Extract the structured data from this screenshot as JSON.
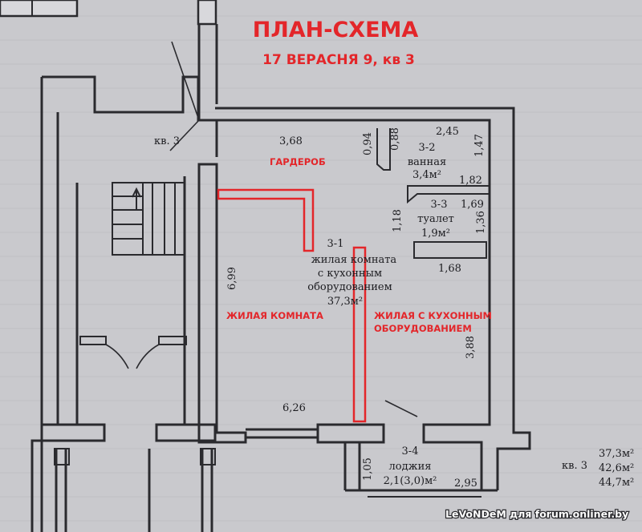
{
  "title": "ПЛАН-СХЕМА",
  "subtitle": "17 ВЕРАСНЯ 9, кв 3",
  "red_labels": {
    "wardrobe": "ГАРДЕРОБ",
    "living_room": "ЖИЛАЯ КОМНАТА",
    "kitchen_line1": "ЖИЛАЯ С КУХОННЫМ",
    "kitchen_line2": "ОБОРУДОВАНИЕМ"
  },
  "apartment_labels": {
    "left": "кв. 3",
    "summary": "кв. 3"
  },
  "rooms": {
    "room_3_1": {
      "number": "3-1",
      "line1": "жилая комната",
      "line2": "с кухонным",
      "line3": "оборудованием",
      "area": "37,3м²"
    },
    "room_3_2": {
      "number": "3-2",
      "name": "ванная",
      "area": "3,4м²"
    },
    "room_3_3": {
      "number": "3-3",
      "name": "туалет",
      "area": "1,9м²"
    },
    "room_3_4": {
      "number": "3-4",
      "name": "лоджия",
      "area": "2,1(3,0)м²"
    }
  },
  "dimensions": {
    "d_368": "3,68",
    "d_094": "0,94",
    "d_088": "0,88",
    "d_245": "2,45",
    "d_147": "1,47",
    "d_182": "1,82",
    "d_169": "1,69",
    "d_118": "1,18",
    "d_136": "1,36",
    "d_168": "1,68",
    "d_699": "6,99",
    "d_388": "3,88",
    "d_626": "6,26",
    "d_105": "1,05",
    "d_295": "2,95"
  },
  "summary_areas": [
    "37,3м²",
    "42,6м²",
    "44,7м²"
  ],
  "watermark": "LeVoNDeM для forum.onliner.by",
  "colors": {
    "accent": "#e3262a",
    "ink": "#2a2a2e",
    "paper": "#c9c9cd"
  }
}
